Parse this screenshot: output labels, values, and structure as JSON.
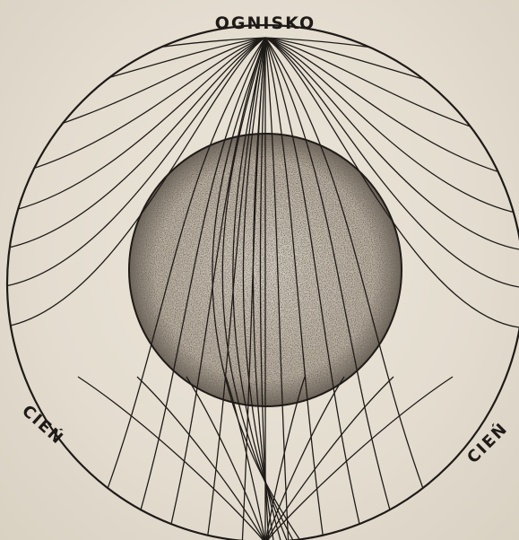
{
  "labels": {
    "focus": "OGNISKO",
    "shadow_left": "CIEŃ",
    "shadow_right": "CIEŃ"
  },
  "colors": {
    "ink": "#1e1a17",
    "paper": "#e4ddd0",
    "sphere_fill": "#c9c0b2"
  }
}
